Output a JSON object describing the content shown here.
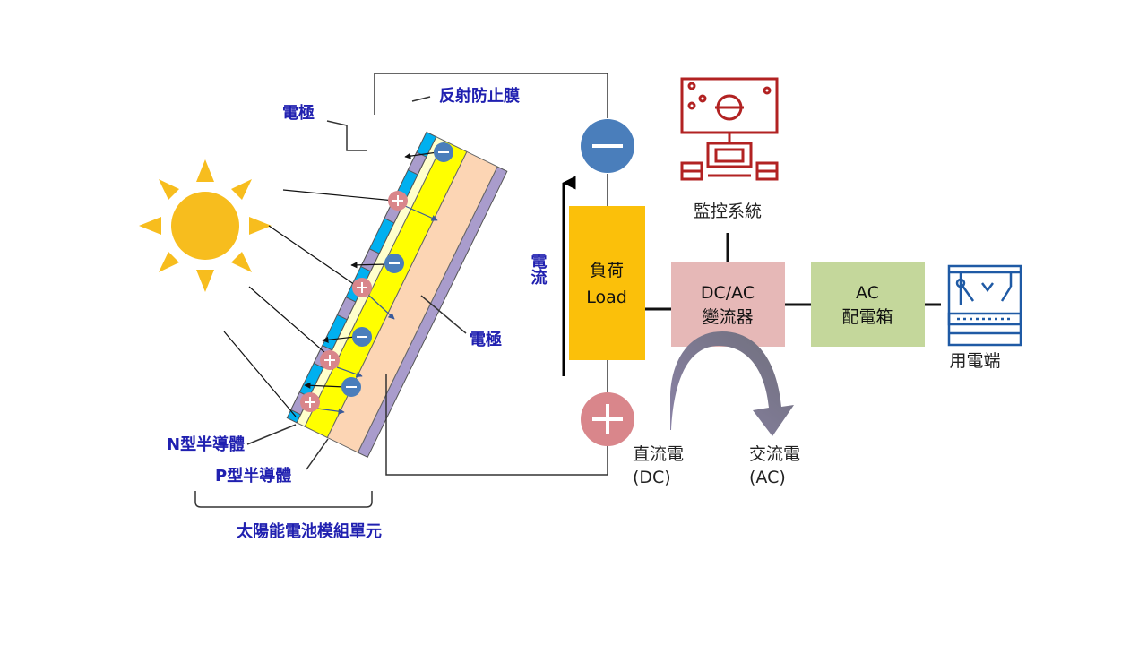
{
  "labels": {
    "anti_reflection": "反射防止膜",
    "electrode_top": "電極",
    "electrode_right": "電極",
    "n_type": "N型半導體",
    "p_type": "P型半導體",
    "module_unit": "太陽能電池模組單元",
    "current": "電流",
    "dc": "直流電",
    "dc_sub": "(DC)",
    "ac": "交流電",
    "ac_sub": "(AC)"
  },
  "boxes": {
    "load_line1": "負荷",
    "load_line2": "Load",
    "inverter_line1": "DC/AC",
    "inverter_line2": "變流器",
    "acbox_line1": "AC",
    "acbox_line2": "配電箱"
  },
  "icons": {
    "monitor_label": "監控系統",
    "user_label": "用電端"
  },
  "colors": {
    "sun": "#f7bd1e",
    "load": "#fbc00a",
    "inverter": "#e6b8b7",
    "acbox": "#c4d79b",
    "blue_text": "#2020b0",
    "negative": "#4a7ebb",
    "positive": "#d9868b",
    "monitor_icon": "#b22222",
    "user_icon": "#1f5aa5"
  }
}
